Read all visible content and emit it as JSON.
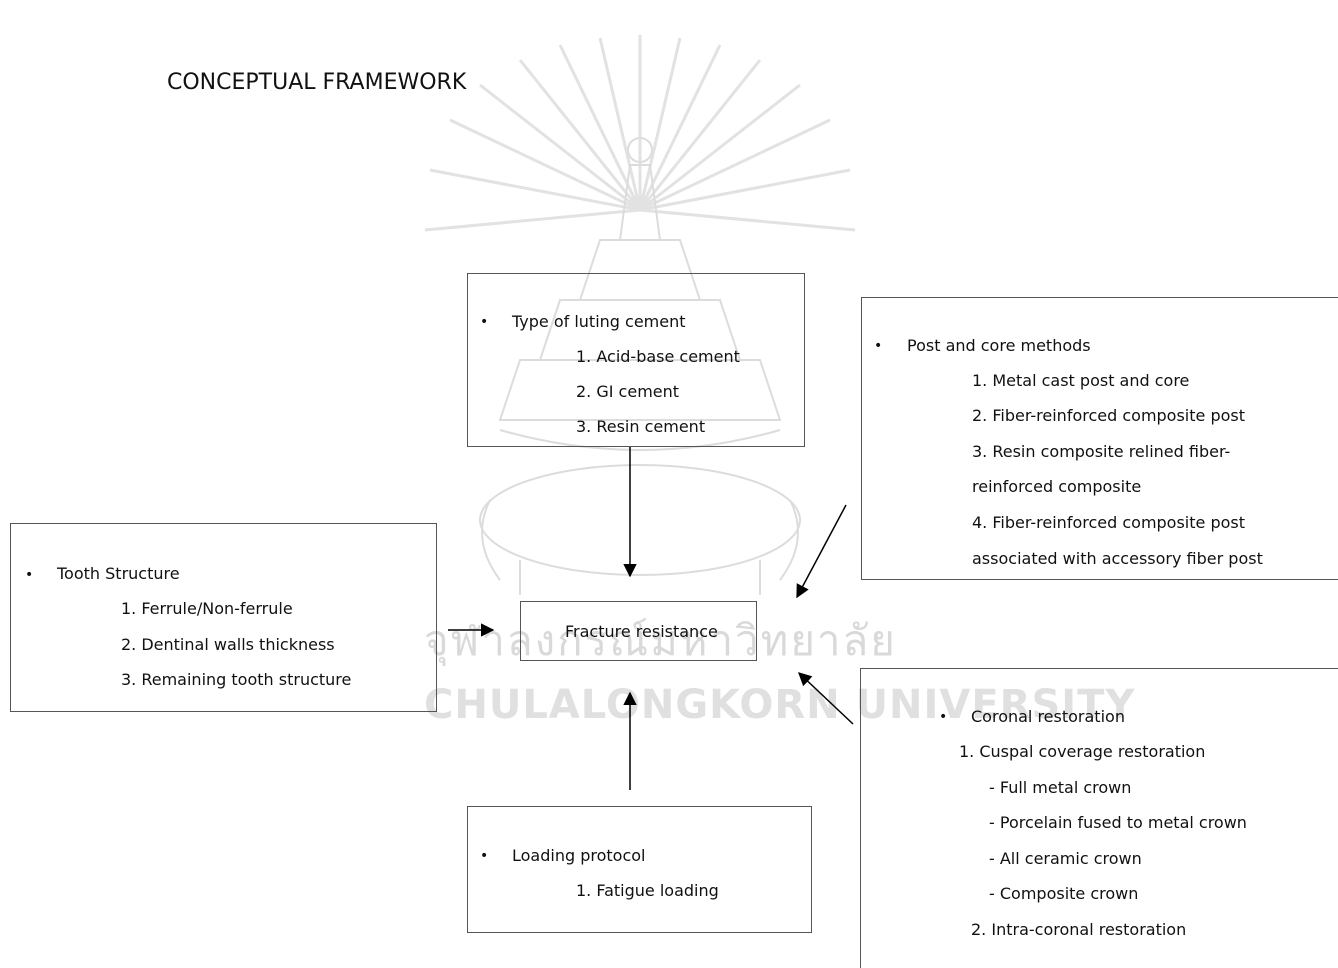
{
  "title": "CONCEPTUAL FRAMEWORK",
  "watermark": {
    "thai_text": "จุฬาลงกรณ์มหาวิทยาลัย",
    "english_text": "CHULALONGKORN UNIVERSITY"
  },
  "bullet_symbol": "•",
  "luting": {
    "heading": "Type of luting cement",
    "items": [
      "1. Acid-base cement",
      "2. GI cement",
      "3. Resin cement"
    ]
  },
  "post_core": {
    "heading": "Post and core methods",
    "lines": [
      "1. Metal cast post and core",
      "2. Fiber-reinforced composite post",
      "3. Resin composite relined fiber-",
      "reinforced composite",
      "4. Fiber-reinforced composite post",
      "associated with accessory fiber post"
    ]
  },
  "tooth": {
    "heading": "Tooth Structure",
    "items": [
      "1. Ferrule/Non-ferrule",
      "2. Dentinal walls thickness",
      "3. Remaining tooth structure"
    ]
  },
  "center": {
    "label": "Fracture resistance"
  },
  "loading": {
    "heading": "Loading protocol",
    "items": [
      "1. Fatigue loading"
    ]
  },
  "coronal": {
    "heading": "Coronal restoration",
    "lines": [
      "1. Cuspal coverage restoration",
      "- Full metal crown",
      "- Porcelain fused to metal crown",
      "- All ceramic crown",
      "- Composite crown",
      "2. Intra-coronal restoration"
    ]
  }
}
